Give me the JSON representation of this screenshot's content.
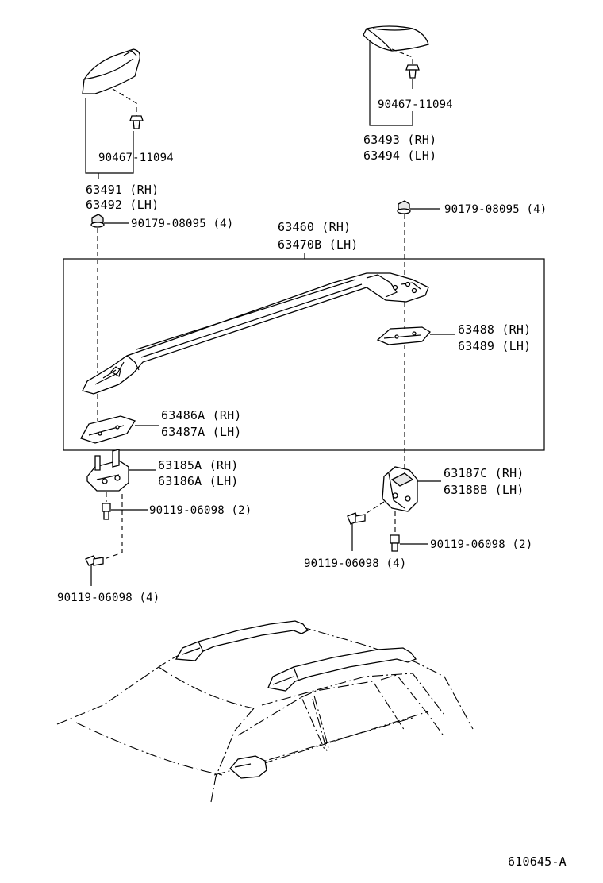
{
  "diagram_id": "610645-A",
  "labels": {
    "clip_left": "90467-11094",
    "cover_left_rh": "63491 (RH)",
    "cover_left_lh": "63492 (LH)",
    "clip_right": "90467-11094",
    "cover_right_rh": "63493 (RH)",
    "cover_right_lh": "63494 (LH)",
    "nut_left": "90179-08095 (4)",
    "nut_right": "90179-08095 (4)",
    "rail_rh": "63460   (RH)",
    "rail_lh": "63470B (LH)",
    "pad_rear_rh": "63488 (RH)",
    "pad_rear_lh": "63489 (LH)",
    "pad_front_rh": "63486A (RH)",
    "pad_front_lh": "63487A (LH)",
    "bracket_front_rh": "63185A (RH)",
    "bracket_front_lh": "63186A (LH)",
    "bracket_rear_rh": "63187C (RH)",
    "bracket_rear_lh": "63188B (LH)",
    "bolt_front_upper": "90119-06098 (2)",
    "bolt_front_lower": "90119-06098 (4)",
    "bolt_rear_left": "90119-06098 (4)",
    "bolt_rear_right": "90119-06098 (2)"
  }
}
